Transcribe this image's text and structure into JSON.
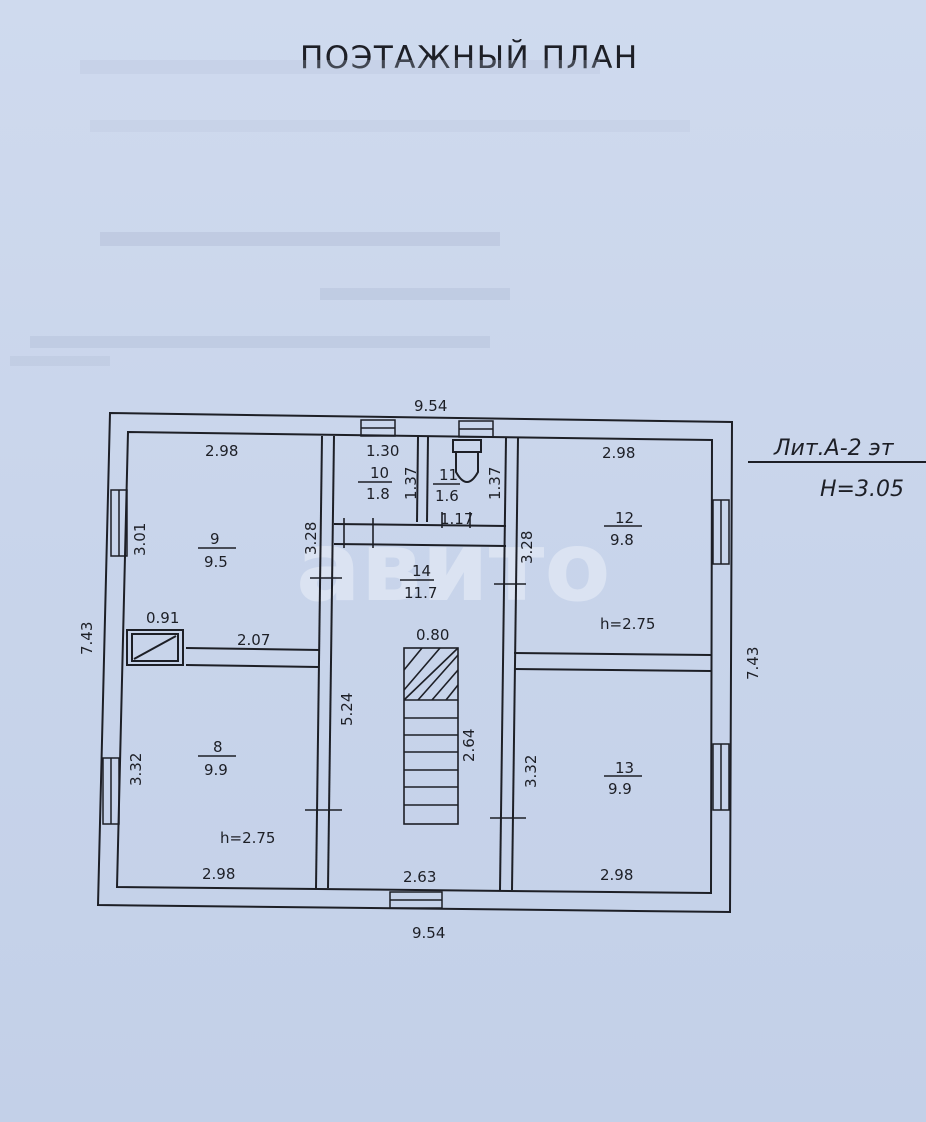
{
  "title": "ПОЭТАЖНЫЙ ПЛАН",
  "lit": {
    "line1": "Лит.А-2 эт",
    "line2": "H=3.05"
  },
  "watermark": "авито",
  "dims": {
    "top": "9.54",
    "bottom": "9.54",
    "left": "7.43",
    "right": "7.43",
    "top_left_room": "2.98",
    "top_right_room": "2.98",
    "bottom_left_room": "2.98",
    "bottom_right_room": "2.98",
    "bottom_center": "2.63",
    "room9_height": "3.01",
    "room8_height": "3.32",
    "corridor_left_upper": "3.28",
    "corridor_right_upper": "3.28",
    "corridor_left_lower": "5.24",
    "corridor_right_lower": "3.32",
    "room10_width": "1.30",
    "room10_height": "1.37",
    "room11_height": "1.37",
    "room11_width": "1.17",
    "closet_width": "0.91",
    "closet_wall": "2.07",
    "stair_width": "0.80",
    "stair_length": "2.64"
  },
  "rooms": {
    "r9": {
      "num": "9",
      "area": "9.5"
    },
    "r10": {
      "num": "10",
      "area": "1.8"
    },
    "r11": {
      "num": "11",
      "area": "1.6"
    },
    "r12": {
      "num": "12",
      "area": "9.8"
    },
    "r13": {
      "num": "13",
      "area": "9.9"
    },
    "r14": {
      "num": "14",
      "area": "11.7"
    },
    "r8": {
      "num": "8",
      "area": "9.9"
    }
  },
  "heights": {
    "left": "h=2.75",
    "right": "h=2.75"
  }
}
